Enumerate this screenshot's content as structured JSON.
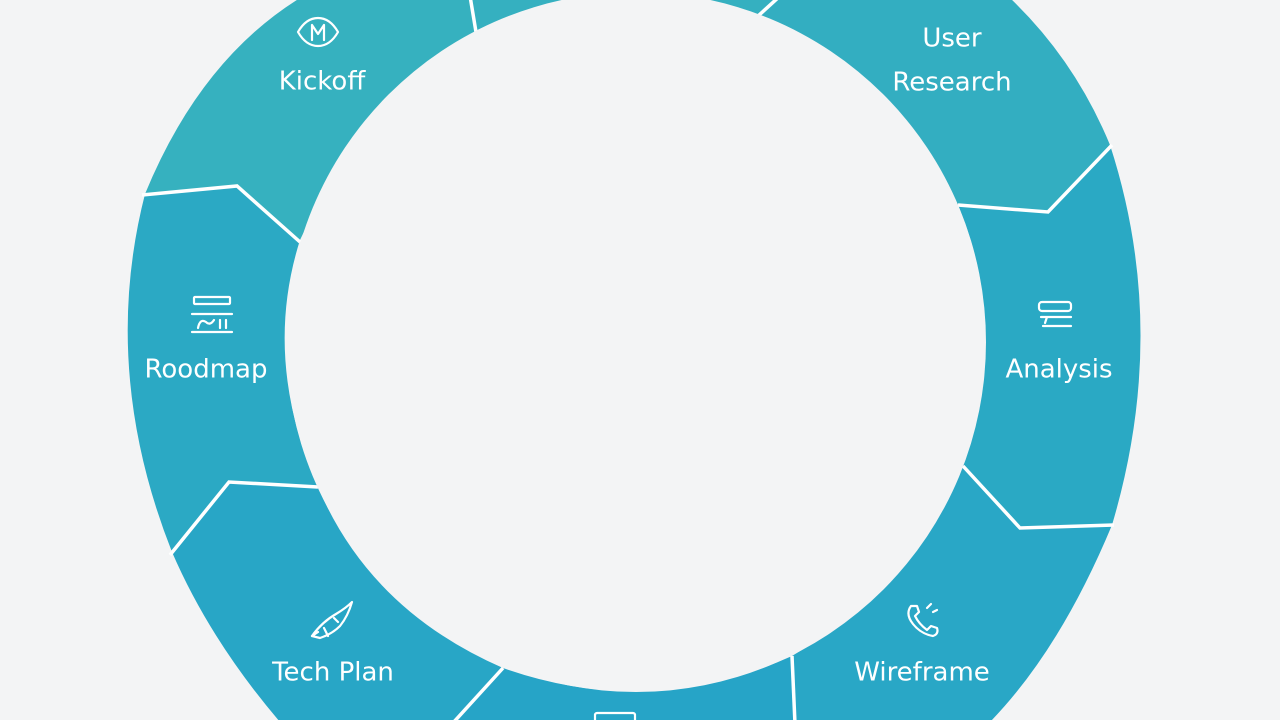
{
  "colors": {
    "background": "#f3f4f5",
    "ring": [
      "#36b1bf",
      "#35b0c0",
      "#33aec1",
      "#2aa9c4",
      "#29a7c6",
      "#26a4c7",
      "#28a6c6",
      "#2ba9c4",
      "#31adc1"
    ],
    "divider": "#ffffff",
    "center": "#f3f4f5"
  },
  "segments": [
    {
      "id": "kickoff",
      "lines": [
        "Kickoff"
      ],
      "icon": "lightbulb-icon"
    },
    {
      "id": "top",
      "lines": [],
      "icon": ""
    },
    {
      "id": "user-research",
      "lines": [
        "User",
        "Research"
      ],
      "icon": ""
    },
    {
      "id": "analysis",
      "lines": [
        "Analysis"
      ],
      "icon": "chart-board-icon"
    },
    {
      "id": "wireframe",
      "lines": [
        "Wireframe"
      ],
      "icon": "pencil-icon"
    },
    {
      "id": "bottom",
      "lines": [],
      "icon": "clipboard-icon"
    },
    {
      "id": "tech-plan",
      "lines": [
        "Tech Plan"
      ],
      "icon": "rocket-icon"
    },
    {
      "id": "roadmap",
      "lines": [
        "Roodmap"
      ],
      "icon": "roadmap-board-icon"
    }
  ]
}
